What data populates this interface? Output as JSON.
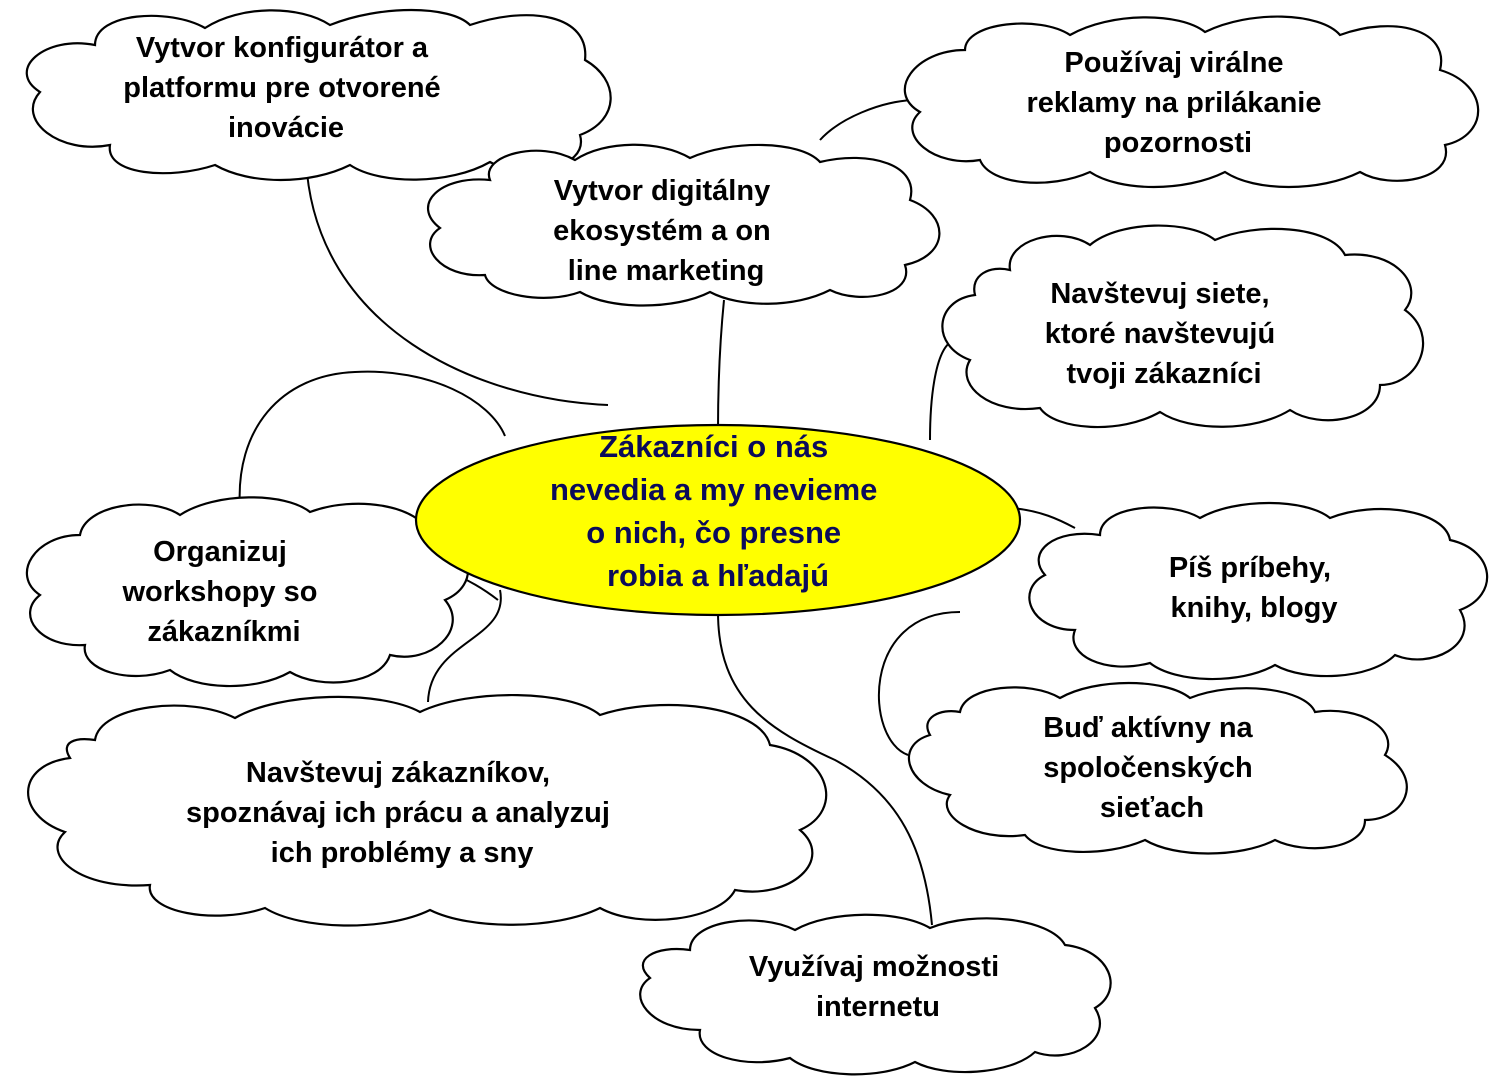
{
  "center": {
    "lines": [
      "Zákazníci o nás",
      "nevedia a my nevieme",
      "o nich, čo presne",
      "robia a hľadajú"
    ],
    "fill_color": "#ffff00",
    "text_color": "#0b0b5a"
  },
  "nodes": [
    {
      "id": "konfigurator",
      "lines": [
        "Vytvor konfigurátor a",
        "platformu pre otvorené",
        "inovácie"
      ]
    },
    {
      "id": "viralne",
      "lines": [
        "Používaj virálne",
        "reklamy na prilákanie",
        "pozornosti"
      ]
    },
    {
      "id": "ekosystem",
      "lines": [
        "Vytvor digitálny",
        "ekosystém a on",
        "line marketing"
      ]
    },
    {
      "id": "siete",
      "lines": [
        "Navštevuj siete,",
        "ktoré navštevujú",
        "tvoji zákazníci"
      ]
    },
    {
      "id": "workshopy",
      "lines": [
        "Organizuj",
        "workshopy so",
        "zákazníkmi"
      ]
    },
    {
      "id": "pribehy",
      "lines": [
        "Píš príbehy,",
        "knihy, blogy"
      ]
    },
    {
      "id": "aktivny",
      "lines": [
        "Buď aktívny na",
        "spoločenských",
        "sieťach"
      ]
    },
    {
      "id": "zakaznikov",
      "lines": [
        "Navštevuj zákazníkov,",
        "spoznávaj ich prácu a analyzuj",
        "ich problémy a sny"
      ]
    },
    {
      "id": "internet",
      "lines": [
        "Využívaj možnosti",
        "internetu"
      ]
    }
  ]
}
